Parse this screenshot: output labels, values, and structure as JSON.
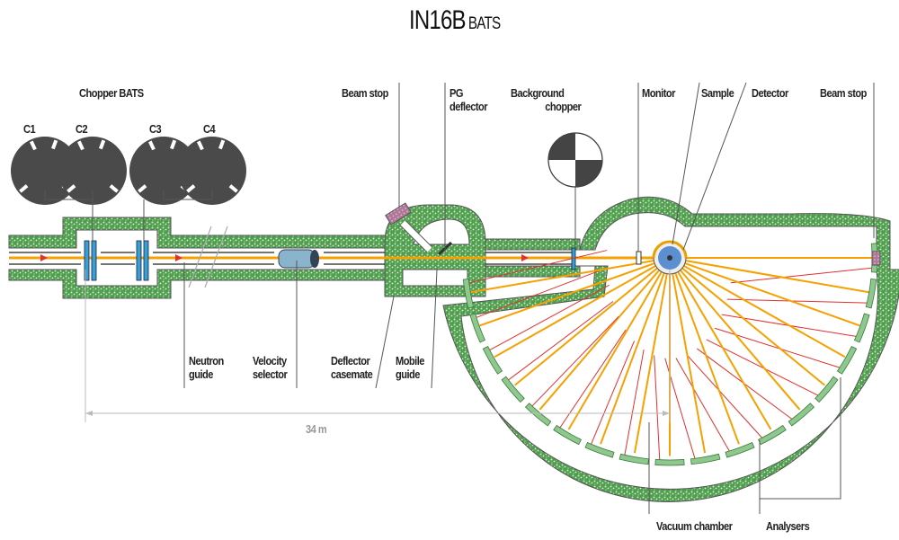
{
  "title": {
    "main": "IN16B",
    "sub": "BATS"
  },
  "labels": {
    "chopper_bats": "Chopper BATS",
    "c1": "C1",
    "c2": "C2",
    "c3": "C3",
    "c4": "C4",
    "beam_stop_1": "Beam stop",
    "pg_deflector": [
      "PG",
      "deflector"
    ],
    "background_chopper": [
      "Background",
      "chopper"
    ],
    "monitor": "Monitor",
    "sample": "Sample",
    "detector": "Detector",
    "beam_stop_2": "Beam stop",
    "neutron_guide": [
      "Neutron",
      "guide"
    ],
    "velocity_selector": [
      "Velocity",
      "selector"
    ],
    "deflector_casemate": [
      "Deflector",
      "casemate"
    ],
    "mobile_guide": [
      "Mobile",
      "guide"
    ],
    "distance": "34 m",
    "vacuum_chamber": "Vacuum chamber",
    "analysers": "Analysers"
  },
  "colors": {
    "shielding": "#4e9e4e",
    "beam": "#f5a100",
    "return": "#e03030",
    "disk": "#4a4a4a",
    "chopper_blade": "#3a9fd0",
    "analyser": "#8fc88f",
    "beam_stop": "#b07898"
  }
}
